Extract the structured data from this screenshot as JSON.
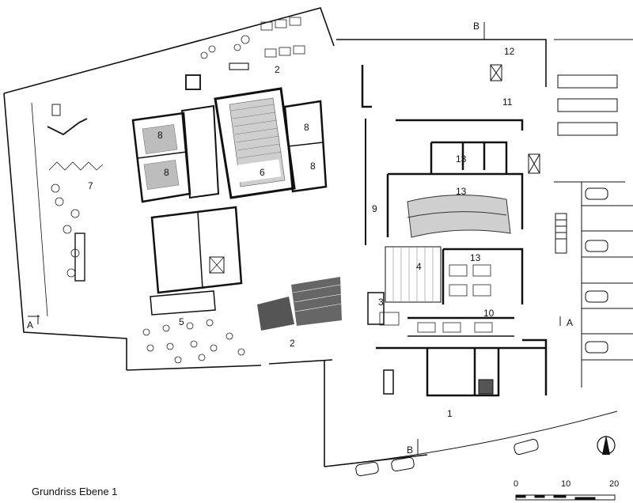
{
  "title": "Grundriss Ebene 1",
  "scale": {
    "ticks": [
      "0",
      "10",
      "20"
    ]
  },
  "section_markers": {
    "a": "A",
    "b": "B"
  },
  "rooms": {
    "r1": "1",
    "r2_top": "2",
    "r2_bottom": "2",
    "r3": "3",
    "r4": "4",
    "r5": "5",
    "r6": "6",
    "r7": "7",
    "r8_a": "8",
    "r8_b": "8",
    "r8_c": "8",
    "r8_d": "8",
    "r9": "9",
    "r10": "10",
    "r11": "11",
    "r12": "12",
    "r13_a": "13",
    "r13_b": "13",
    "r13_c": "13"
  },
  "colors": {
    "ink": "#111111",
    "light": "#9a9a9a",
    "fill": "#444444"
  },
  "icons": {
    "north_arrow": "north-arrow-icon"
  }
}
